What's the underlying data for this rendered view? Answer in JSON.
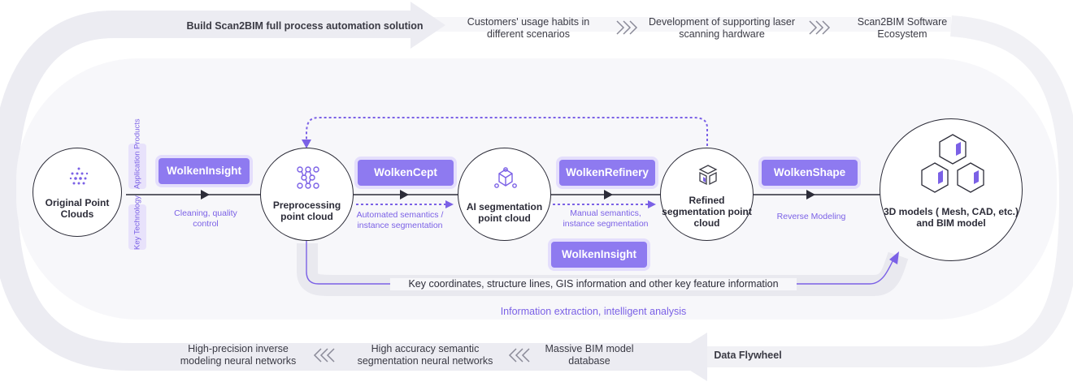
{
  "top": {
    "title": "Build Scan2BIM full process automation solution",
    "items": [
      "Customers' usage habits in different scenarios",
      "Development of supporting laser scanning hardware",
      "Scan2BIM Software Ecosystem"
    ]
  },
  "side_tags": {
    "application": "Application Products",
    "technology": "Key Technology"
  },
  "nodes": {
    "original": "Original Point Clouds",
    "preprocessing": "Preprocessing point cloud",
    "ai": "AI segmentation point cloud",
    "refined": "Refined segmentation point cloud",
    "models": "3D models ( Mesh, CAD, etc.) and BIM model"
  },
  "products": {
    "p1": "WolkenInsight",
    "p2": "WolkenCept",
    "p3": "WolkenRefinery",
    "p4": "WolkenShape",
    "p5": "WolkenInsight"
  },
  "steps": {
    "s1": "Cleaning, quality control",
    "s2": "Automated semantics / instance segmentation",
    "s3": "Manual semantics, instance segmentation",
    "s4": "Reverse Modeling"
  },
  "feature_line": "Key coordinates, structure lines, GIS information and other key feature information",
  "analysis": "Information extraction, intelligent analysis",
  "bottom": {
    "flywheel": "Data Flywheel",
    "items": [
      "Massive BIM model database",
      "High accuracy semantic segmentation neural networks",
      "High-precision inverse modeling neural networks"
    ]
  },
  "colors": {
    "accent": "#7b61e6",
    "accent_light": "#8e7af0",
    "track": "#ececf2",
    "ink": "#2c2c38"
  },
  "icons": [
    "dot-grid-icon",
    "node-network-icon",
    "cube-network-icon",
    "exploded-cube-icon",
    "hexagon-cubes-icon",
    "triple-chevron-icon"
  ]
}
